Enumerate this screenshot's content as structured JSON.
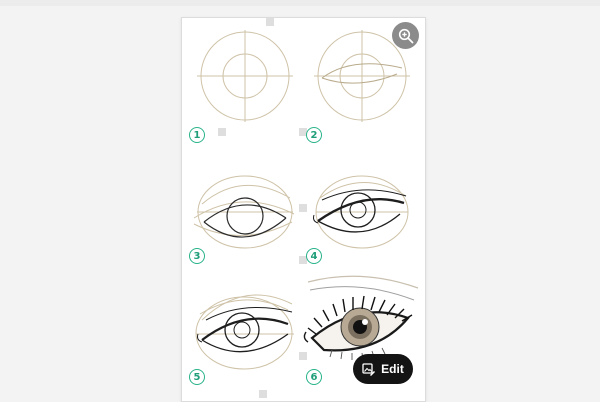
{
  "steps": [
    {
      "number": "1"
    },
    {
      "number": "2"
    },
    {
      "number": "3"
    },
    {
      "number": "4"
    },
    {
      "number": "5"
    },
    {
      "number": "6"
    }
  ],
  "toolbar": {
    "zoom_icon": "zoom-in-icon",
    "edit_label": "Edit",
    "edit_icon": "image-edit-icon"
  },
  "colors": {
    "step_badge": "#29b38a",
    "guide_lines": "#cfc3a8",
    "edit_button_bg": "#141414",
    "zoom_button_bg": "#8b8b8b"
  }
}
